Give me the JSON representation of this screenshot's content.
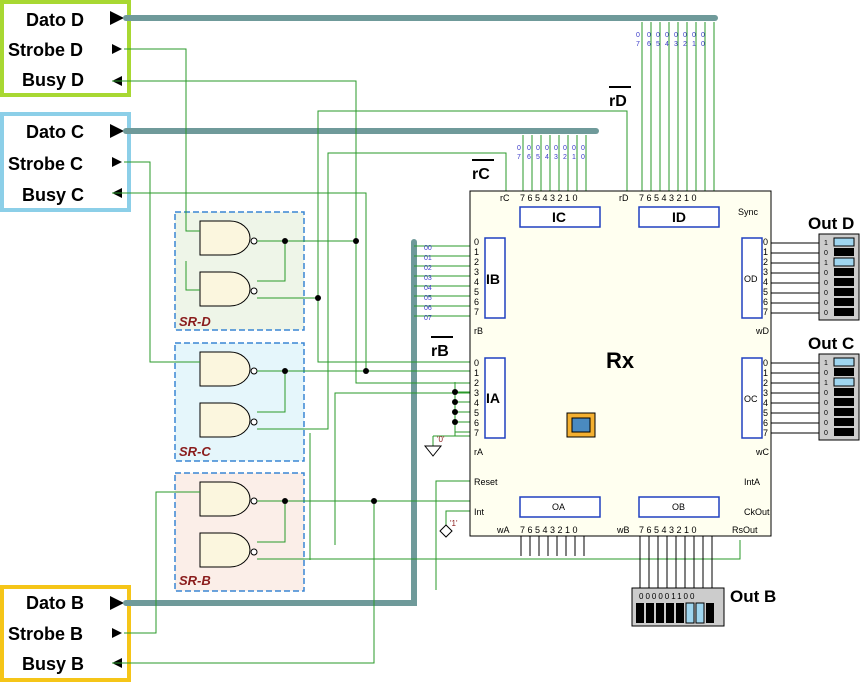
{
  "ports": {
    "d": {
      "data": "Dato D",
      "strobe": "Strobe D",
      "busy": "Busy D",
      "color": "#a8d832"
    },
    "c": {
      "data": "Dato C",
      "strobe": "Strobe C",
      "busy": "Busy C",
      "color": "#8ccfe8"
    },
    "b": {
      "data": "Dato B",
      "strobe": "Strobe B",
      "busy": "Busy B",
      "color": "#f5c518"
    }
  },
  "sr_labels": [
    "SR-D",
    "SR-C",
    "SR-B"
  ],
  "chip": {
    "title": "Rx",
    "blocks": {
      "ic": "IC",
      "id": "ID",
      "ib": "IB",
      "ia": "IA",
      "od": "OD",
      "oc": "OC",
      "oa": "OA",
      "ob": "OB"
    },
    "pins": {
      "rC": "rC",
      "rD": "rD",
      "rB": "rB",
      "rA": "rA",
      "wD": "wD",
      "wC": "wC",
      "wA": "wA",
      "wB": "wB",
      "Sync": "Sync",
      "IntA": "IntA",
      "CkOut": "CkOut",
      "RsOut": "RsOut",
      "Reset": "Reset",
      "Int": "Int"
    },
    "top_bits": "7 6 5 4 3 2 1 0"
  },
  "signals": {
    "rC": "rC",
    "rD": "rD",
    "rB": "rB"
  },
  "bus_labels": {
    "d_bits": [
      "0",
      "0",
      "0",
      "0",
      "0",
      "0",
      "0",
      "0"
    ],
    "d_idx": [
      "7",
      "6",
      "5",
      "4",
      "3",
      "2",
      "1",
      "0"
    ],
    "ib_bits": [
      "00",
      "01",
      "02",
      "03",
      "04",
      "05",
      "06",
      "07"
    ]
  },
  "constants": {
    "zero": "'0'",
    "one": "'1'"
  },
  "outputs": {
    "d": {
      "title": "Out D",
      "bits": [
        "1",
        "0",
        "1",
        "0",
        "0",
        "0",
        "0",
        "0"
      ]
    },
    "c": {
      "title": "Out C",
      "bits": [
        "1",
        "0",
        "1",
        "0",
        "0",
        "0",
        "0",
        "0"
      ]
    },
    "b": {
      "title": "Out B",
      "bits": "000001100"
    }
  },
  "colors": {
    "bus": "#6f9a9a",
    "wire": "#2a9a2a",
    "chip_border": "#000000",
    "block": "#2040c0",
    "led_on": "#9fd6f0"
  }
}
